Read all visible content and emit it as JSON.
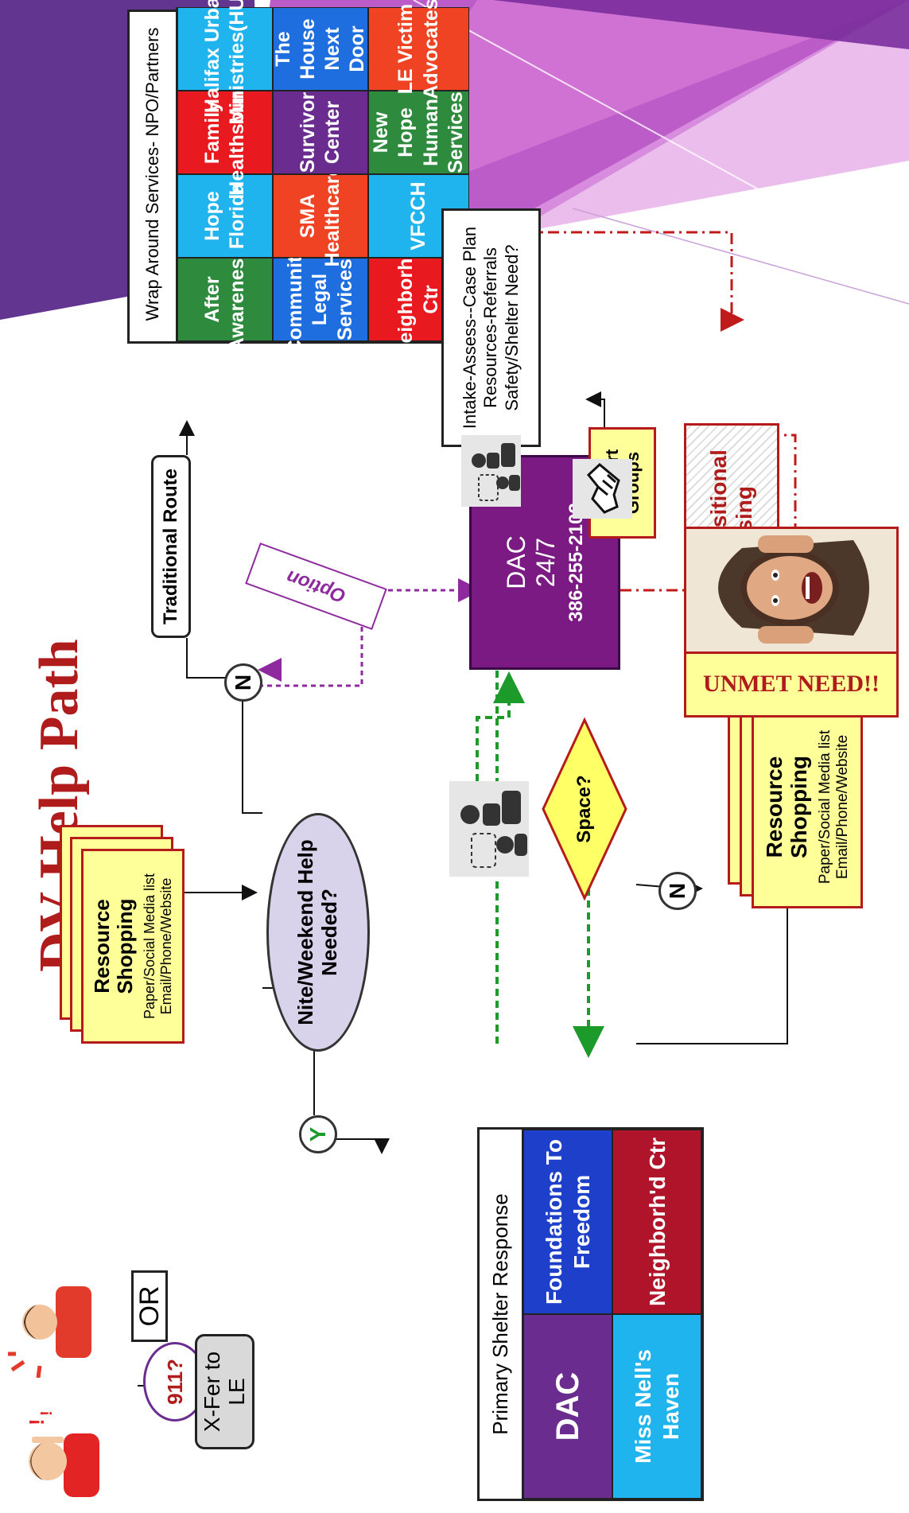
{
  "title": "DV Help Path",
  "start": {
    "call_911": "911?",
    "or_label": "OR",
    "xfer_label": "X-Fer to LE"
  },
  "resource_shopping": {
    "title": "Resource Shopping",
    "line1": "Paper/Social Media list",
    "line2": "Email/Phone/Website"
  },
  "decision_nite": "Nite/Weekend Help Needed?",
  "traditional_route": "Traditional Route",
  "node_n": "N",
  "node_y": "Y",
  "option_label": "Option",
  "wrap_around": {
    "header": "Wrap Around Services- NPO/Partners",
    "cells": [
      [
        "After Awareness",
        "Hope Florida",
        "Family Healthsource",
        "Halifax Urban Ministries(HUM)"
      ],
      [
        "Community Legal Services",
        "SMA Healthcare",
        "Survivor Center",
        "The House Next Door"
      ],
      [
        "Neighborh'd Ctr",
        "VFCCH",
        "New Hope Human Services",
        "LE Victim Advocates"
      ]
    ]
  },
  "dac": {
    "name": "DAC",
    "hours": "24/7",
    "phone": "386-255-2102"
  },
  "intake_box": [
    "Intake-Assess--Case Plan",
    "Resources-Referrals",
    "Safety/Shelter Need?"
  ],
  "support_groups": "Support Groups",
  "transitional_housing": "DV Transitional Housing",
  "space_decision": "Space?",
  "unmet_need": "UNMET NEED!!",
  "primary_shelter": {
    "header": "Primary Shelter Response",
    "cells": [
      "DAC",
      "Foundations To Freedom",
      "Miss Nell's Haven",
      "Neighborh'd Ctr"
    ]
  },
  "colors": {
    "title_red": "#b01c1c",
    "green": "#2e8b3e",
    "blue": "#1e6ee0",
    "red": "#e8191f",
    "purple": "#6a2c8f",
    "orange": "#ef4323",
    "sky": "#20b4ee",
    "dac_purple": "#7a1a82",
    "note_yellow": "#ffff99",
    "diamond_yellow": "#ffff66"
  },
  "icons": [
    "distressed-person-icon",
    "frustrated-person-icon",
    "conversation-icon",
    "handshake-icon",
    "screaming-woman-photo"
  ]
}
